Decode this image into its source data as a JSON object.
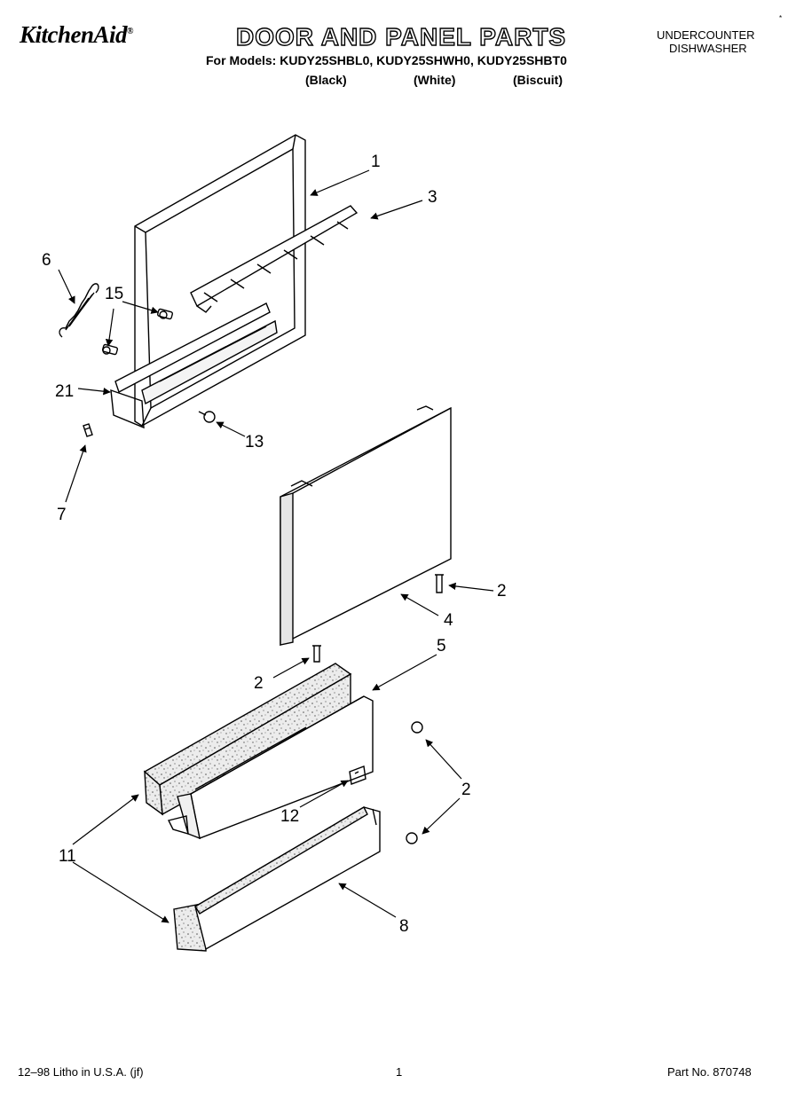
{
  "header": {
    "brand": "KitchenAid",
    "brand_mark": "®",
    "title": "DOOR AND PANEL PARTS",
    "models_line": "For Models: KUDY25SHBL0, KUDY25SHWH0, KUDY25SHBT0",
    "variants": [
      "(Black)",
      "(White)",
      "(Biscuit)"
    ],
    "product_type_line1": "UNDERCOUNTER",
    "product_type_line2": "DISHWASHER",
    "corner_mark": "*"
  },
  "callouts": [
    "1",
    "3",
    "6",
    "15",
    "21",
    "13",
    "7",
    "2",
    "4",
    "2",
    "5",
    "2",
    "12",
    "11",
    "8"
  ],
  "footer": {
    "print_info": "12–98 Litho in U.S.A. (jf)",
    "page_number": "1",
    "part_number": "Part No. 870748"
  }
}
